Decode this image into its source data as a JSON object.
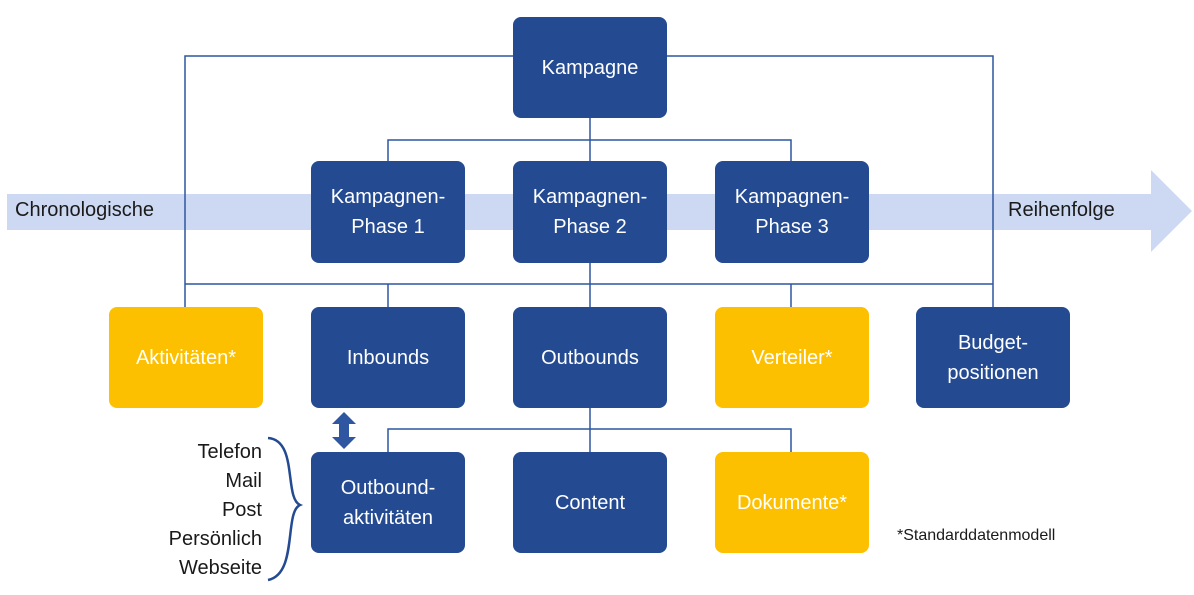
{
  "arrow": {
    "left_label": "Chronologische",
    "right_label": "Reihenfolge",
    "color": "#cdd9f2"
  },
  "colors": {
    "blue_box": "#244a91",
    "yellow_box": "#fdc000",
    "connector": "#2f56a0"
  },
  "boxes": {
    "kampagne": "Kampagne",
    "phase1": "Kampagnen-\nPhase 1",
    "phase2": "Kampagnen-\nPhase 2",
    "phase3": "Kampagnen-\nPhase 3",
    "aktivitaeten": "Aktivitäten*",
    "inbounds": "Inbounds",
    "outbounds": "Outbounds",
    "verteiler": "Verteiler*",
    "budget": "Budget-\npositionen",
    "outbound_aktivitaeten": "Outbound-\naktivitäten",
    "content": "Content",
    "dokumente": "Dokumente*"
  },
  "channels": [
    "Telefon",
    "Mail",
    "Post",
    "Persönlich",
    "Webseite"
  ],
  "footnote": "*Standarddatenmodell"
}
